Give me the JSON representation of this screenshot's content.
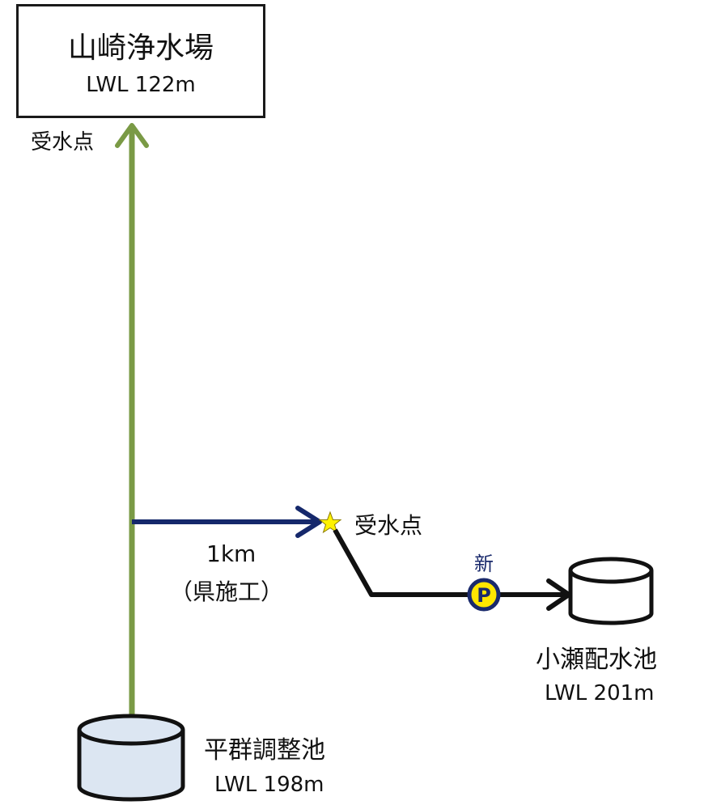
{
  "plant": {
    "name": "山崎浄水場",
    "lwl": "LWL  122m"
  },
  "receiving_point_top": "受水点",
  "receiving_point_mid": "受水点",
  "pipe": {
    "length": "1km",
    "note": "（県施工）"
  },
  "pump": {
    "new_label": "新",
    "symbol": "P"
  },
  "reservoir_right": {
    "name": "小瀬配水池",
    "lwl": "LWL 201m"
  },
  "reservoir_bottom": {
    "name": "平群調整池",
    "lwl": "LWL 198m"
  },
  "colors": {
    "green_pipe": "#7a9a45",
    "navy_pipe": "#15286b",
    "black_pipe": "#111111",
    "tank_fill": "#dce6f2",
    "pump_fill": "#ffe600",
    "pump_ring": "#1a2a6c",
    "star": "#fff200"
  }
}
